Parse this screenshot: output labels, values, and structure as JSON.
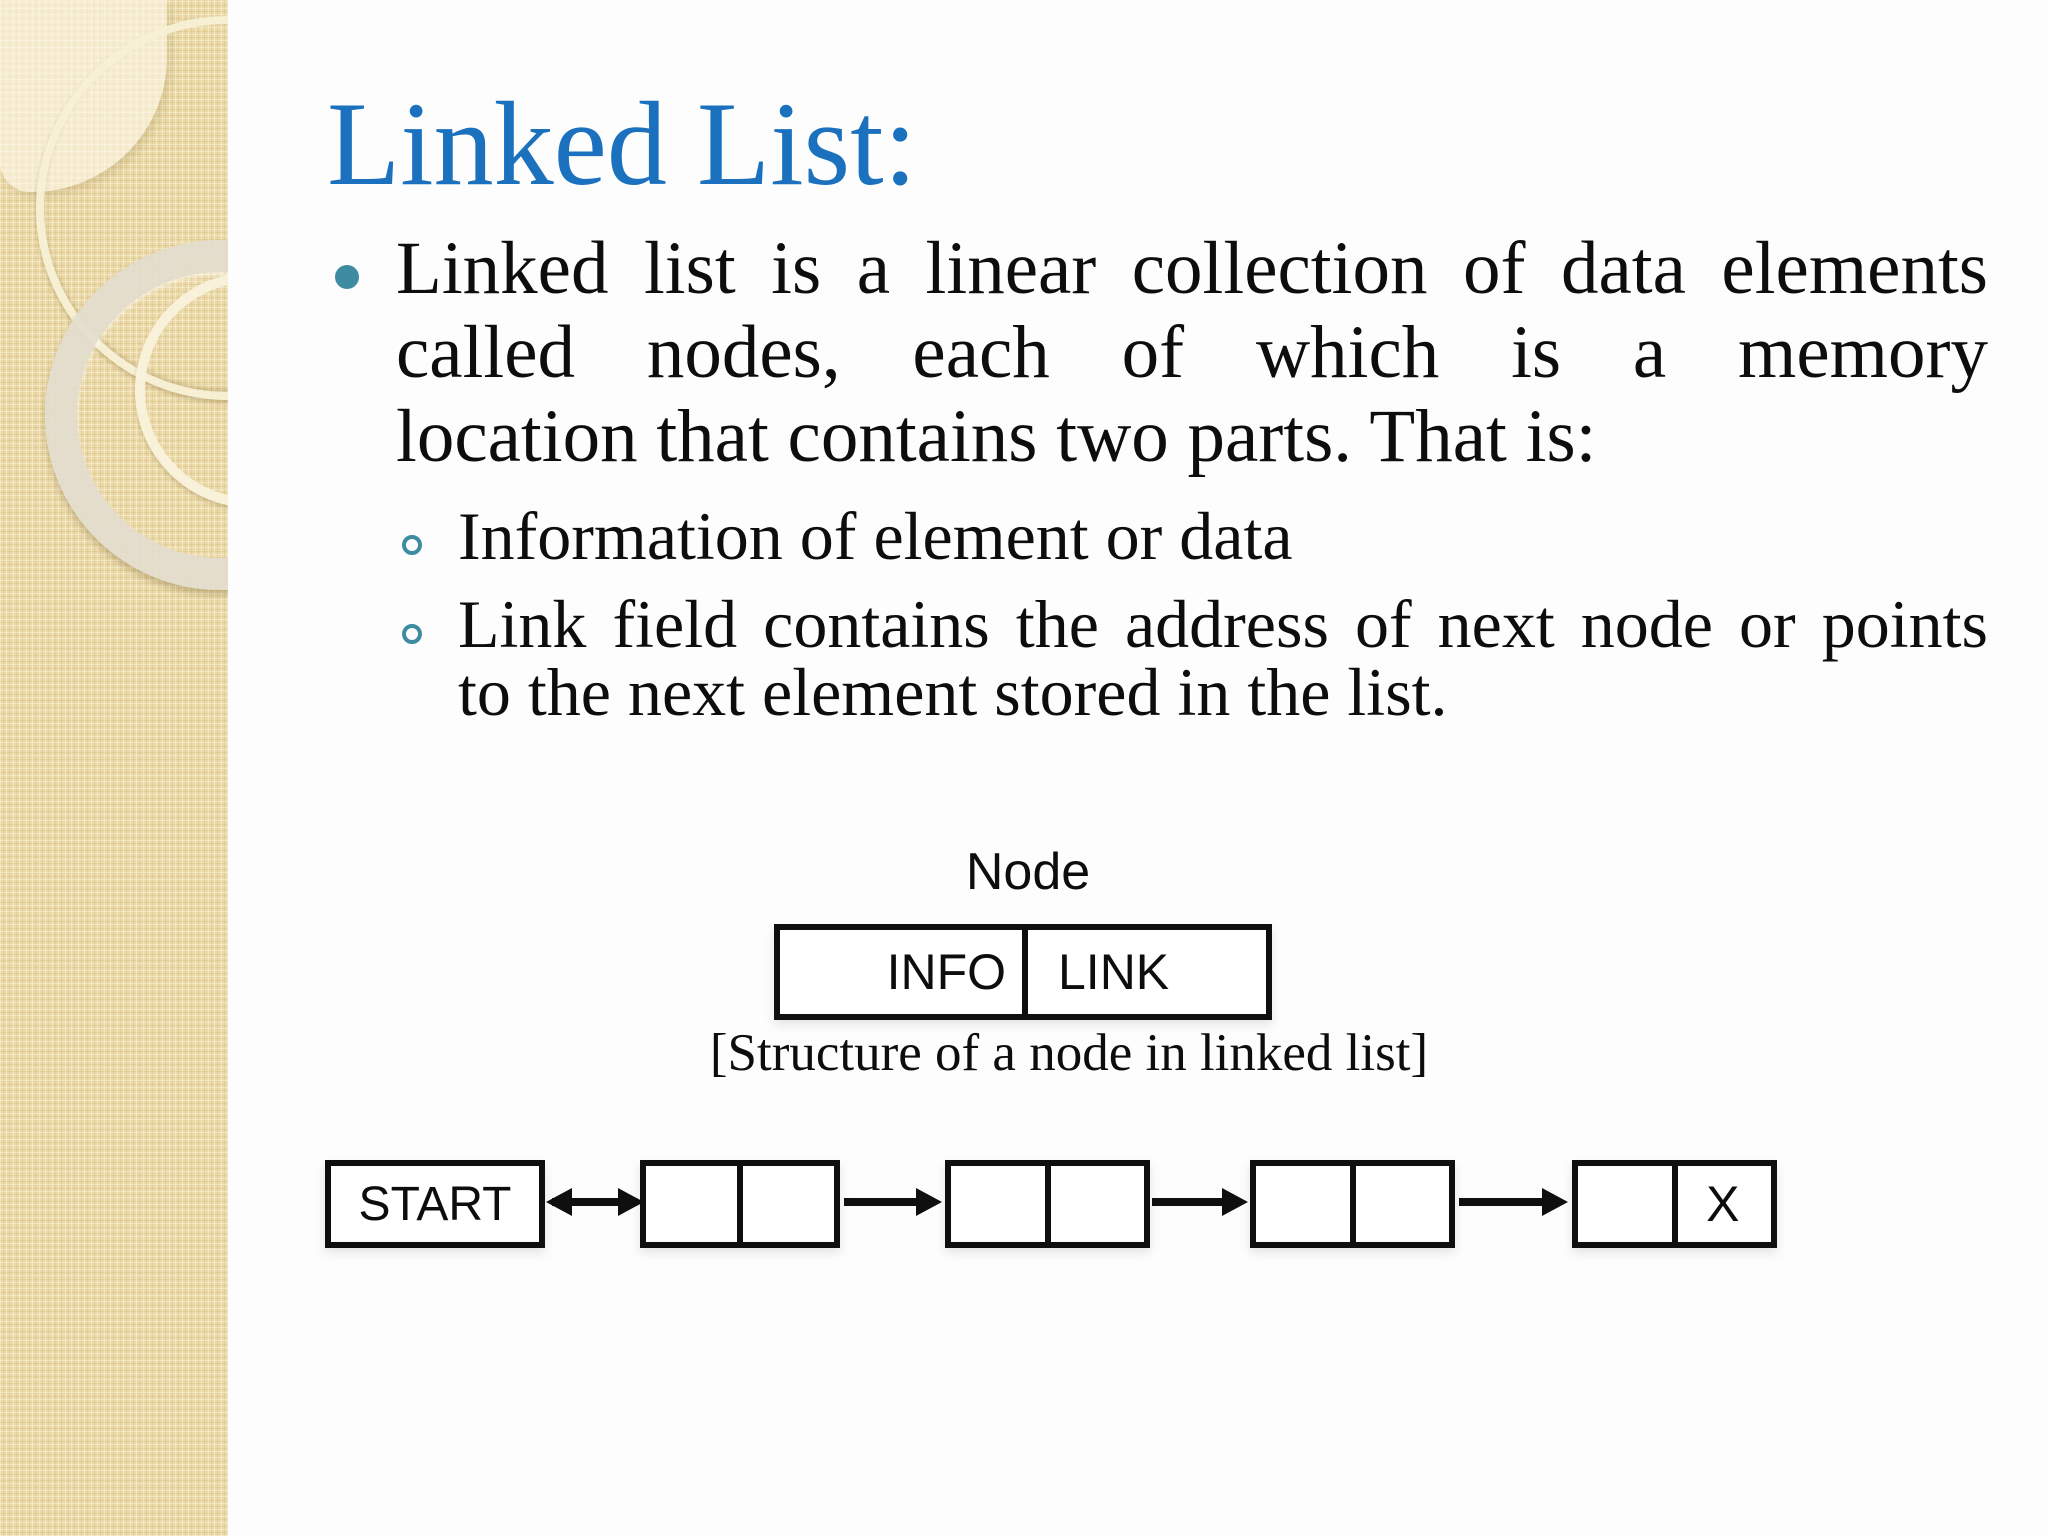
{
  "slide": {
    "title": "Linked List:",
    "bullet": {
      "lines": [
        "Linked list is a linear collection of data elements",
        "called nodes, each of which is a memory",
        "location that contains two parts. That is:"
      ]
    },
    "sub_bullets": [
      {
        "lines": [
          "Information of element or data"
        ]
      },
      {
        "lines": [
          "Link field contains the address of next node or points",
          "to the next element stored in the list."
        ]
      }
    ],
    "node_figure": {
      "label": "Node",
      "info_cell": "INFO",
      "link_cell": "LINK",
      "caption": "[Structure of a node in linked list]"
    },
    "list_figure": {
      "start_label": "START",
      "null_marker": "X"
    },
    "colors": {
      "title_blue": "#1b71be",
      "bullet_teal": "#3e8ca1",
      "sidebar_beige": "#ebd9a7",
      "text": "#0d0d0d",
      "diagram_line": "#0f0f0f"
    }
  }
}
